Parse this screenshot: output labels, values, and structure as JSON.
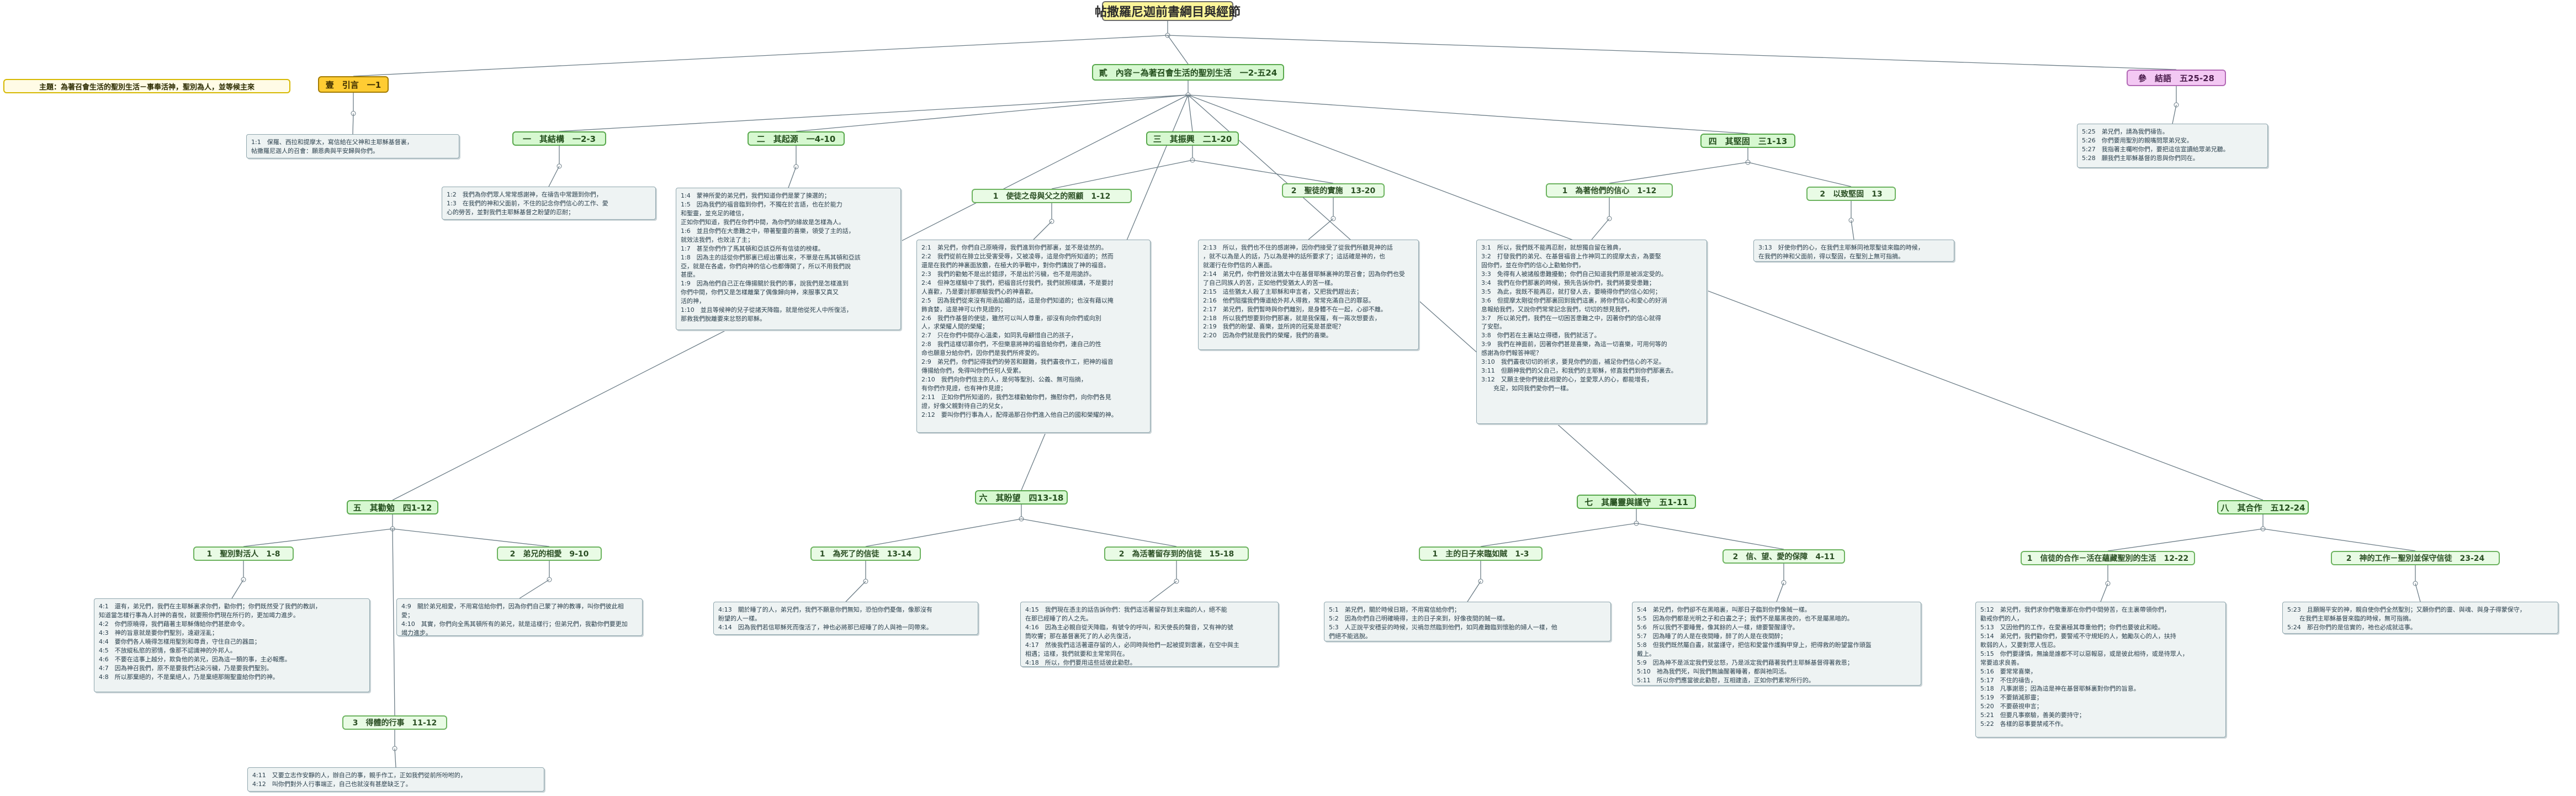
{
  "colors": {
    "root": "#fbf59a",
    "topic": "#d7f8d1",
    "intro": "#ffcc33",
    "conclusion": "#f3c8f3",
    "note": "#eef3f3",
    "line": "#6b7c86"
  },
  "root": {
    "title": "帖撒羅尼迦前書綱目與經節"
  },
  "theme": {
    "text": "主題：為著召會生活的聖別生活－事奉活神，聖別為人，並等候主來"
  },
  "intro": {
    "label": "壹　引言　一1"
  },
  "conclusion": {
    "label": "參　結語　五25-28"
  },
  "body": {
    "label": "貳　內容－為著召會生活的聖別生活　一2-五24"
  },
  "sections": {
    "s1": {
      "label": "一　其結構　一2-3"
    },
    "s2": {
      "label": "二　其起源　一4-10"
    },
    "s3": {
      "label": "三　其振興　二1-20"
    },
    "s4": {
      "label": "四　其堅固　三1-13"
    },
    "s5": {
      "label": "五　其勸勉　四1-12"
    },
    "s6": {
      "label": "六　其盼望　四13-18"
    },
    "s7": {
      "label": "七　其屬靈與謹守　五1-11"
    },
    "s8": {
      "label": "八　其合作　五12-24"
    }
  },
  "subs": {
    "s3a": {
      "label": "1　使徒之母與父之的照顧　1-12"
    },
    "s3b": {
      "label": "2　聖徒的實施　13-20"
    },
    "s4a": {
      "label": "1　為著他們的信心　1-12"
    },
    "s4b": {
      "label": "2　以致堅固　13"
    },
    "s5a": {
      "label": "1　聖別對活人　1-8"
    },
    "s5b": {
      "label": "2　弟兄的相愛　9-10"
    },
    "s5c": {
      "label": "3　得體的行事　11-12"
    },
    "s6a": {
      "label": "1　為死了的信徒　13-14"
    },
    "s6b": {
      "label": "2　為活著留存到的信徒　15-18"
    },
    "s7a": {
      "label": "1　主的日子來臨如賊　1-3"
    },
    "s7b": {
      "label": "2　信、望、愛的保障　4-11"
    },
    "s8a": {
      "label": "1　信徒的合作－活在蘊藏聖別的生活　12-22"
    },
    "s8b": {
      "label": "2　神的工作－聖別並保守信徒　23-24"
    }
  },
  "notes": {
    "intro": "1:1　保羅、西拉和提摩太，寫信給在父神和主耶穌基督裏，\n帖撒羅尼迦人的召會：願恩典與平安歸與你們。",
    "conclusion": "5:25　弟兄們，請為我們禱告。\n5:26　你們要用聖別的親嘴問眾弟兄安。\n5:27　我指著主囑咐你們，要把這信宣讀給眾弟兄聽。\n5:28　願我們主耶穌基督的恩與你們同在。",
    "s1": "1:2　我們為你們眾人常常感謝神，在禱告中常題到你們，\n1:3　在我們的神和父面前，不住的記念你們信心的工作、愛\n心的勞苦，並對我們主耶穌基督之盼望的忍耐；",
    "s2": "1:4　蒙神所愛的弟兄們，我們知道你們是蒙了揀選的；\n1:5　因為我們的福音臨到你們，不獨在於言語，也在於能力\n和聖靈，並充足的確信，\n正如你們知道，我們在你們中間，為你們的緣故是怎樣為人。\n1:6　並且你們在大患難之中，帶著聖靈的喜樂，領受了主的話，\n就效法我們，也效法了主；\n1:7　甚至你們作了馬其頓和亞該亞所有信徒的榜樣。\n1:8　因為主的話從你們那裏已經出響出來，不單是在馬其頓和亞該\n亞，就是在各處，你們向神的信心也都傳開了，所以不用我們說\n甚麼。\n1:9　因為他們自己正在傳揚關於我們的事，說我們是怎樣進到\n你們中間，你們又是怎樣離棄了偶像歸向神，來服事又真又\n活的神，\n1:10　並且等候神的兒子從諸天降臨，就是他從死人中所復活，\n那救我們脫離要來忿怒的耶穌。",
    "s3a": "2:1　弟兄們，你們自己原曉得，我們進到你們那裏，並不是徒然的。\n2:2　我們從前在腓立比受害受辱，又被凌辱，這是你們所知道的；然而\n還是在我們的神裏面放膽，在極大的爭戰中，對你們講說了神的福音。\n2:3　我們的勸勉不是出於錯謬，不是出於污穢，也不是用詭詐。\n2:4　但神怎樣驗中了我們，把福音託付我們，我們就照樣講，不是要討\n人喜歡，乃是要討那察驗我們心的神喜歡。\n2:5　因為我們從來沒有用過諂媚的話，這是你們知道的；也沒有藉以掩\n飾貪婪，這是神可以作見證的；\n2:6　我們作基督的使徒，雖然可以叫人尊重，卻沒有向你們或向別\n人，求榮耀人間的榮耀；\n2:7　只在你們中間存心溫柔，如同乳母顧惜自己的孩子，\n2:8　我們這樣切慕你們，不但樂意將神的福音給你們，連自己的性\n命也願意分給你們，因你們是我們所疼愛的。\n2:9　弟兄們，你們記得我們的勞苦和艱難，我們晝夜作工，把神的福音\n傳揚給你們，免得叫你們任何人受累。\n2:10　我們向你們信主的人，是何等聖別、公義、無可指摘，\n有你們作見證，也有神作見證；\n2:11　正如你們所知道的，我們怎樣勸勉你們，撫慰你們，向你們各見\n證，好像父親對待自己的兒女，\n2:12　要叫你們行事為人，配得過那召你們進入他自己的國和榮耀的神。",
    "s3b": "2:13　所以，我們也不住的感謝神，因你們接受了從我們所聽見神的話\n，就不以為是人的話，乃以為是神的話所要求了；這話確是神的，也\n就運行在你們信的人裏面。\n2:14　弟兄們，你們曾效法猶太中在基督耶穌裏神的眾召會；因為你們也受\n了自己同族人的苦，正如他們受猶太人的苦一樣。\n2:15　這些猶太人殺了主耶穌和申言者，又把我們趕出去；\n2:16　他們阻擋我們傳道給外邦人得救，常常充滿自己的罪惡。\n2:17　弟兄們，我們暫時與你們離別，是身體不在一起，心卻不離。\n2:18　所以我們想要到你們那裏，就是我保羅，有一兩次想要去，\n2:19　我們的盼望、喜樂，並所誇的冠冕是甚麼呢？\n2:20　因為你們就是我們的榮耀，我們的喜樂。",
    "s4a": "3:1　所以，我們既不能再忍耐，就想獨自留在雅典，\n3:2　打發我們的弟兄、在基督福音上作神同工的提摩太去，為要堅\n固你們，並在你們的信心上勸勉你們，\n3:3　免得有人被諸般患難擾動；你們自己知道我們原是被派定受的。\n3:4　我們在你們那裏的時候，預先告訴你們，我們將要受患難；\n3:5　為此，我既不能再忍，就打發人去，要曉得你們的信心如何；\n3:6　但提摩太剛從你們那裏回到我們這裏，將你們信心和愛心的好消\n息報給我們，又說你們常常記念我們，切切的想見我們，\n3:7　所以弟兄們，我們在一切困苦患難之中，因著你們的信心就得\n了安慰。\n3:8　你們若在主裏站立得穩，我們就活了。\n3:9　我們在神面前，因著你們甚是喜樂，為這一切喜樂，可用何等的\n感謝為你們報答神呢？\n3:10　我們晝夜切切的祈求，要見你們的面，補足你們信心的不足。\n3:11　但願神我們的父自己，和我們的主耶穌，修直我們到你們那裏去。\n3:12　又願主使你們彼此相愛的心，並愛眾人的心，都能增長，\n　　充足，如同我們愛你們一樣。",
    "s4b": "3:13　好使你們的心，在我們主耶穌同祂眾聖徒來臨的時候，\n在我們的神和父面前，得以堅固，在聖別上無可指摘。",
    "s5a": "4:1　還有，弟兄們，我們在主耶穌裏求你們，勸你們；你們既然受了我們的教訓，\n知道當怎樣行事為人討神的喜悅，就要照你們現在所行的，更加竭力進步。\n4:2　你們原曉得，我們藉著主耶穌傳給你們甚麼命令。\n4:3　神的旨意就是要你們聖別，遠避淫亂；\n4:4　要你們各人曉得怎樣用聖別和尊貴，守住自己的器皿；\n4:5　不放縱私慾的邪情，像那不認識神的外邦人。\n4:6　不要在這事上越分，欺負他的弟兄，因為這一類的事，主必報應。\n4:7　因為神召我們，原不是要我們沾染污穢，乃是要我們聖別。\n4:8　所以那棄絕的，不是棄絕人，乃是棄絕那賜聖靈給你們的神。",
    "s5b": "4:9　關於弟兄相愛，不用寫信給你們，因為你們自己蒙了神的教導，叫你們彼此相\n愛；\n4:10　其實，你們向全馬其頓所有的弟兄，就是這樣行；但弟兄們，我勸你們要更加\n竭力進步。",
    "s5c": "4:11　又要立志作安靜的人，辦自己的事，親手作工，正如我們從前所吩咐的，\n4:12　叫你們對外人行事端正，自己也就沒有甚麼缺乏了。",
    "s6a": "4:13　關於睡了的人，弟兄們，我們不願意你們無知，恐怕你們憂傷，像那沒有\n盼望的人一樣。\n4:14　因為我們若信耶穌死而復活了，神也必將那已經睡了的人與祂一同帶來。",
    "s6b": "4:15　我們現在憑主的話告訴你們：我們這活著留存到主來臨的人，絕不能\n在那已經睡了的人之先。\n4:16　因為主必親自從天降臨，有號令的呼叫，和天使長的聲音，又有神的號\n筒吹響；那在基督裏死了的人必先復活，\n4:17　然後我們這活著還存留的人，必同時與他們一起被提到雲裏，在空中與主\n相遇；這樣，我們就要和主常常同在。\n4:18　所以，你們要用這些話彼此勸慰。",
    "s7a": "5:1　弟兄們，關於時候日期，不用寫信給你們；\n5:2　因為你們自己明確曉得，主的日子來到，好像夜間的賊一樣。\n5:3　人正說平安穩妥的時候，災禍忽然臨到他們，如同產難臨到懷胎的婦人一樣，他\n們絕不能逃脫。",
    "s7b": "5:4　弟兄們，你們卻不在黑暗裏，叫那日子臨到你們像賊一樣。\n5:5　因為你們都是光明之子和白晝之子；我們不是屬黑夜的，也不是屬黑暗的。\n5:6　所以我們不要睡覺，像其餘的人一樣，總要警醒謹守。\n5:7　因為睡了的人是在夜間睡，醉了的人是在夜間醉；\n5:8　但我們既然屬白晝，就當謹守，把信和愛當作護胸甲穿上，把得救的盼望當作頭盔\n戴上。\n5:9　因為神不是派定我們受忿怒，乃是派定我們藉著我們主耶穌基督得著救恩；\n5:10　祂為我們死，叫我們無論醒著睡著，都與祂同活。\n5:11　所以你們應當彼此勸慰，互相建造，正如你們素常所行的。",
    "s8a": "5:12　弟兄們，我們求你們敬重那在你們中間勞苦，在主裏帶領你們，\n勸戒你們的人，\n5:13　又因他們的工作，在愛裏極其尊重他們；你們也要彼此和睦。\n5:14　弟兄們，我們勸你們，要警戒不守規矩的人，勉勵灰心的人，扶持\n軟弱的人，又要對眾人恆忍。\n5:15　你們要謹慎，無論是誰都不可以惡報惡，或是彼此相待，或是待眾人，\n常要追求良善。\n5:16　要常常喜樂，\n5:17　不住的禱告，\n5:18　凡事謝恩；因為這是神在基督耶穌裏對你們的旨意。\n5:19　不要銷滅那靈；\n5:20　不要藐視申言；\n5:21　但要凡事察驗，善美的要持守；\n5:22　各樣的惡事要禁戒不作。",
    "s8b": "5:23　且願賜平安的神，親自使你們全然聖別；又願你們的靈、與魂、與身子得蒙保守，\n　　在我們主耶穌基督來臨的時候，無可指摘。\n5:24　那召你們的是信實的，祂也必成就這事。"
  }
}
